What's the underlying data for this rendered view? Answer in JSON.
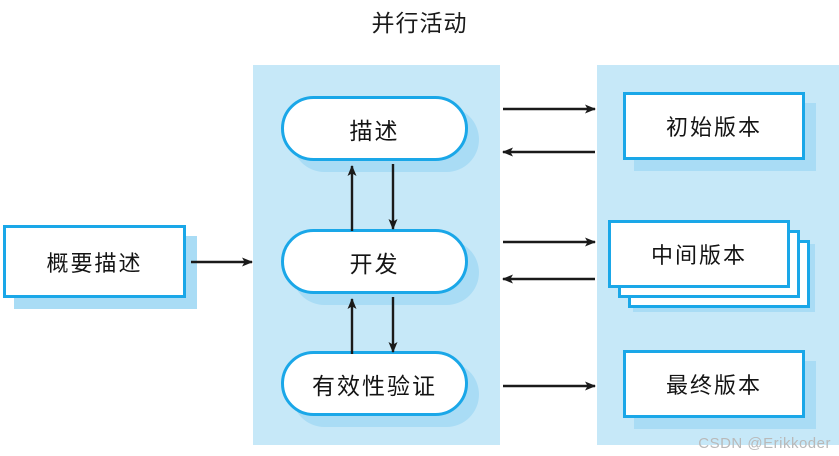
{
  "diagram": {
    "title": "并行活动",
    "watermark": "CSDN @Erikkoder",
    "colors": {
      "panel_fill": "#c6e8f8",
      "node_border": "#1aa7e8",
      "node_fill": "#ffffff",
      "shadow": "#a9dcf5",
      "arrow": "#1a1a1a",
      "text": "#141414",
      "watermark": "#b9b9b9",
      "background": "#ffffff"
    }
  },
  "input_node": {
    "label": "概要描述"
  },
  "center_panel": {
    "nodes": [
      {
        "label": "描述"
      },
      {
        "label": "开发"
      },
      {
        "label": "有效性验证"
      }
    ]
  },
  "right_panel": {
    "artifacts": [
      {
        "label": "初始版本",
        "stacked": false
      },
      {
        "label": "中间版本",
        "stacked": true
      },
      {
        "label": "最终版本",
        "stacked": false
      }
    ]
  },
  "connections": [
    {
      "from": "概要描述",
      "to": "描述",
      "direction": "right"
    },
    {
      "from": "开发",
      "to": "描述",
      "direction": "up"
    },
    {
      "from": "描述",
      "to": "开发",
      "direction": "down"
    },
    {
      "from": "有效性验证",
      "to": "开发",
      "direction": "up"
    },
    {
      "from": "开发",
      "to": "有效性验证",
      "direction": "down"
    },
    {
      "from": "描述",
      "to": "初始版本",
      "direction": "right"
    },
    {
      "from": "初始版本",
      "to": "描述",
      "direction": "left"
    },
    {
      "from": "开发",
      "to": "中间版本",
      "direction": "right"
    },
    {
      "from": "中间版本",
      "to": "开发",
      "direction": "left"
    },
    {
      "from": "有效性验证",
      "to": "最终版本",
      "direction": "right"
    }
  ]
}
